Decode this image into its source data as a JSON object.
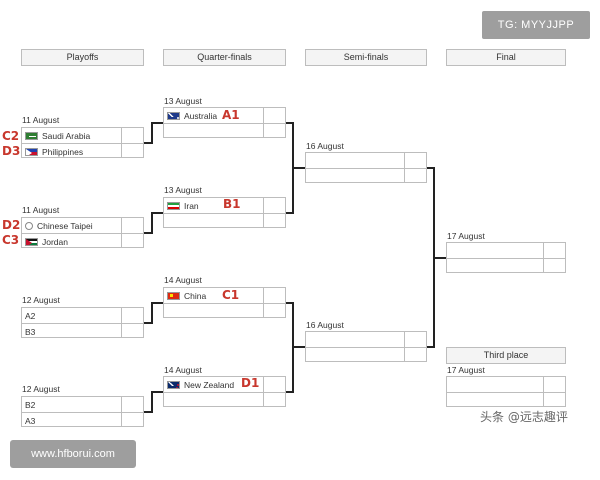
{
  "watermarks": {
    "top_right": "TG: MYYJJPP",
    "bottom_left": "www.hfborui.com",
    "bottom_right": "头条 @远志趣评"
  },
  "rounds": {
    "playoffs": "Playoffs",
    "quarter_finals": "Quarter-finals",
    "semi_finals": "Semi-finals",
    "final": "Final",
    "third_place": "Third place"
  },
  "matches": {
    "po1": {
      "date": "11 August",
      "team1": "Saudi Arabia",
      "team2": "Philippines",
      "seed1": "C2",
      "seed2": "D3"
    },
    "po2": {
      "date": "11 August",
      "team1": "Chinese Taipei",
      "team2": "Jordan",
      "seed1": "D2",
      "seed2": "C3"
    },
    "po3": {
      "date": "12 August",
      "team1": "A2",
      "team2": "B3"
    },
    "po4": {
      "date": "12 August",
      "team1": "B2",
      "team2": "A3"
    },
    "qf1": {
      "date": "13 August",
      "team1": "Australia",
      "seed1": "A1"
    },
    "qf2": {
      "date": "13 August",
      "team1": "Iran",
      "seed1": "B1"
    },
    "qf3": {
      "date": "14 August",
      "team1": "China",
      "seed1": "C1"
    },
    "qf4": {
      "date": "14 August",
      "team1": "New Zealand",
      "seed1": "D1"
    },
    "sf1": {
      "date": "16 August"
    },
    "sf2": {
      "date": "16 August"
    },
    "final": {
      "date": "17 August"
    },
    "third": {
      "date": "17 August"
    }
  },
  "flag_icons": {
    "saudi_arabia": "saudi-arabia-flag-icon",
    "philippines": "philippines-flag-icon",
    "chinese_taipei": "chinese-taipei-flag-icon",
    "jordan": "jordan-flag-icon",
    "australia": "australia-flag-icon",
    "iran": "iran-flag-icon",
    "china": "china-flag-icon",
    "new_zealand": "new-zealand-flag-icon"
  },
  "colors": {
    "seed_label": "#c8372d",
    "connector": "#222222",
    "border": "#bdbdbd",
    "header_bg": "#f4f4f4"
  }
}
